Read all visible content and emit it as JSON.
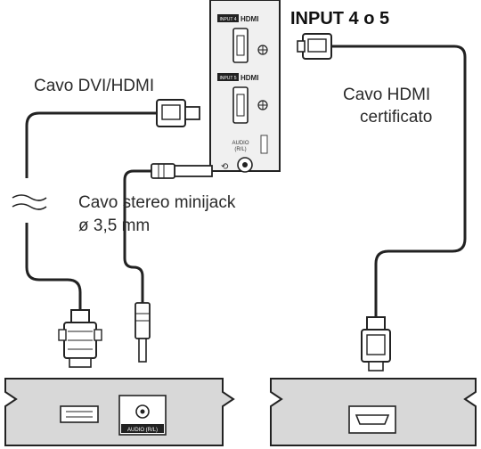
{
  "labels": {
    "input_title": "INPUT 4 o 5",
    "dvi_hdmi_cable": "Cavo DVI/HDMI",
    "hdmi_cable_line1": "Cavo HDMI",
    "hdmi_cable_line2": "certificato",
    "minijack_line1": "Cavo stereo minijack",
    "minijack_line2": "ø 3,5 mm"
  },
  "tv_panel": {
    "port1_tag_box": "INPUT 4",
    "port1_tag_logo": "HDMI",
    "port2_tag_box": "INPUT 5",
    "port2_tag_logo": "HDMI",
    "audio_label_line1": "AUDIO",
    "audio_label_line2": "(R/L)"
  },
  "left_device": {
    "audio_out_label": "AUDIO (R/L)"
  },
  "colors": {
    "line": "#1a1a1a",
    "device_fill": "#d8d8d8",
    "panel_fill": "#eeeeee"
  }
}
